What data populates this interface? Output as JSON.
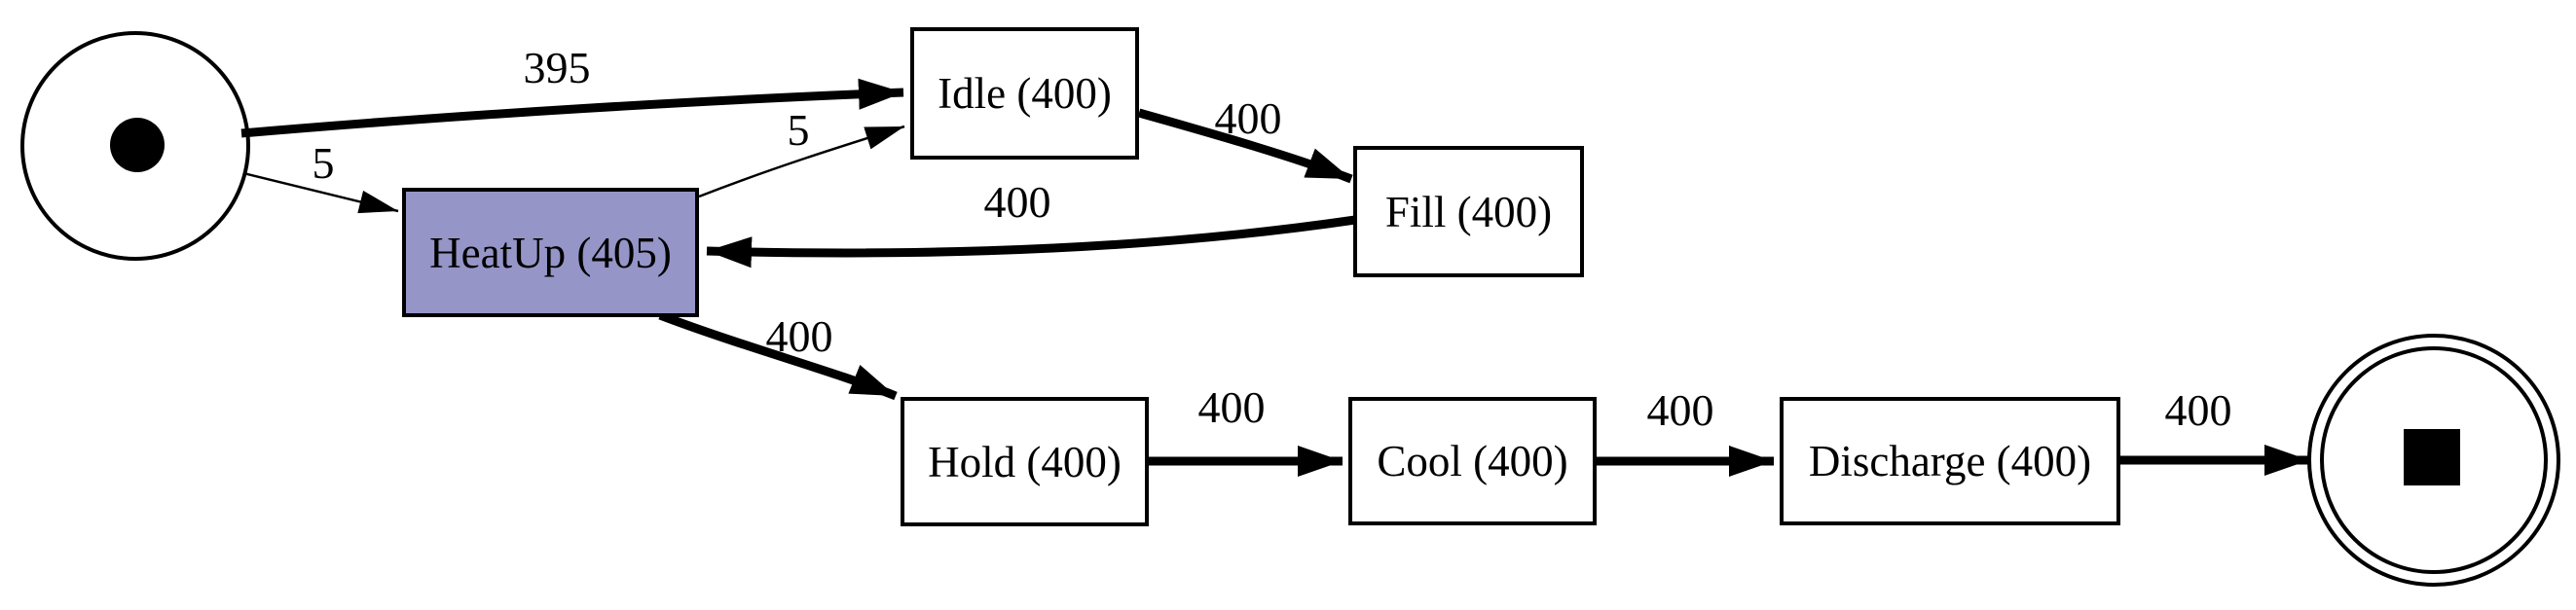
{
  "diagram": {
    "type": "process-dfg",
    "colors": {
      "background": "#ffffff",
      "stroke": "#000000",
      "node_fill": "#ffffff",
      "highlight_node_fill": "#9695c8"
    },
    "nodes": {
      "start": {
        "shape": "circle-with-dot",
        "role": "start"
      },
      "idle": {
        "label": "Idle (400)",
        "activity": "Idle",
        "count": 400
      },
      "heatup": {
        "label": "HeatUp (405)",
        "activity": "HeatUp",
        "count": 405,
        "fill": "#9695c8"
      },
      "fill": {
        "label": "Fill (400)",
        "activity": "Fill",
        "count": 400
      },
      "hold": {
        "label": "Hold (400)",
        "activity": "Hold",
        "count": 400
      },
      "cool": {
        "label": "Cool (400)",
        "activity": "Cool",
        "count": 400
      },
      "discharge": {
        "label": "Discharge (400)",
        "activity": "Discharge",
        "count": 400
      },
      "end": {
        "shape": "double-circle-with-square",
        "role": "end"
      }
    },
    "edges": [
      {
        "from": "start",
        "to": "idle",
        "label": "395",
        "weight": 395
      },
      {
        "from": "start",
        "to": "heatup",
        "label": "5",
        "weight": 5
      },
      {
        "from": "heatup",
        "to": "idle",
        "label": "5",
        "weight": 5
      },
      {
        "from": "idle",
        "to": "fill",
        "label": "400",
        "weight": 400
      },
      {
        "from": "fill",
        "to": "heatup",
        "label": "400",
        "weight": 400
      },
      {
        "from": "heatup",
        "to": "hold",
        "label": "400",
        "weight": 400
      },
      {
        "from": "hold",
        "to": "cool",
        "label": "400",
        "weight": 400
      },
      {
        "from": "cool",
        "to": "discharge",
        "label": "400",
        "weight": 400
      },
      {
        "from": "discharge",
        "to": "end",
        "label": "400",
        "weight": 400
      }
    ]
  }
}
